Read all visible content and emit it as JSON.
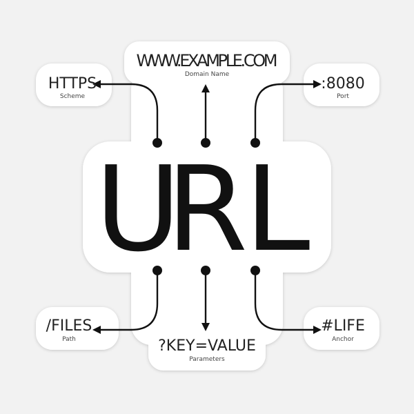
{
  "title": {
    "letters": [
      "U",
      "R",
      "L"
    ]
  },
  "parts": {
    "scheme": {
      "value": "HTTPS",
      "caption": "Scheme"
    },
    "domain": {
      "value": "WWW.EXAMPLE.COM",
      "caption": "Domain Name"
    },
    "port": {
      "value": ":8080",
      "caption": "Port"
    },
    "path": {
      "value": "/FILES",
      "caption": "Path"
    },
    "parameters": {
      "value": "?KEY=VALUE",
      "caption": "Parameters"
    },
    "anchor": {
      "value": "#LIFE",
      "caption": "Anchor"
    }
  },
  "colors": {
    "background": "#f2f2f2",
    "sticker": "#ffffff",
    "ink": "#111111"
  }
}
